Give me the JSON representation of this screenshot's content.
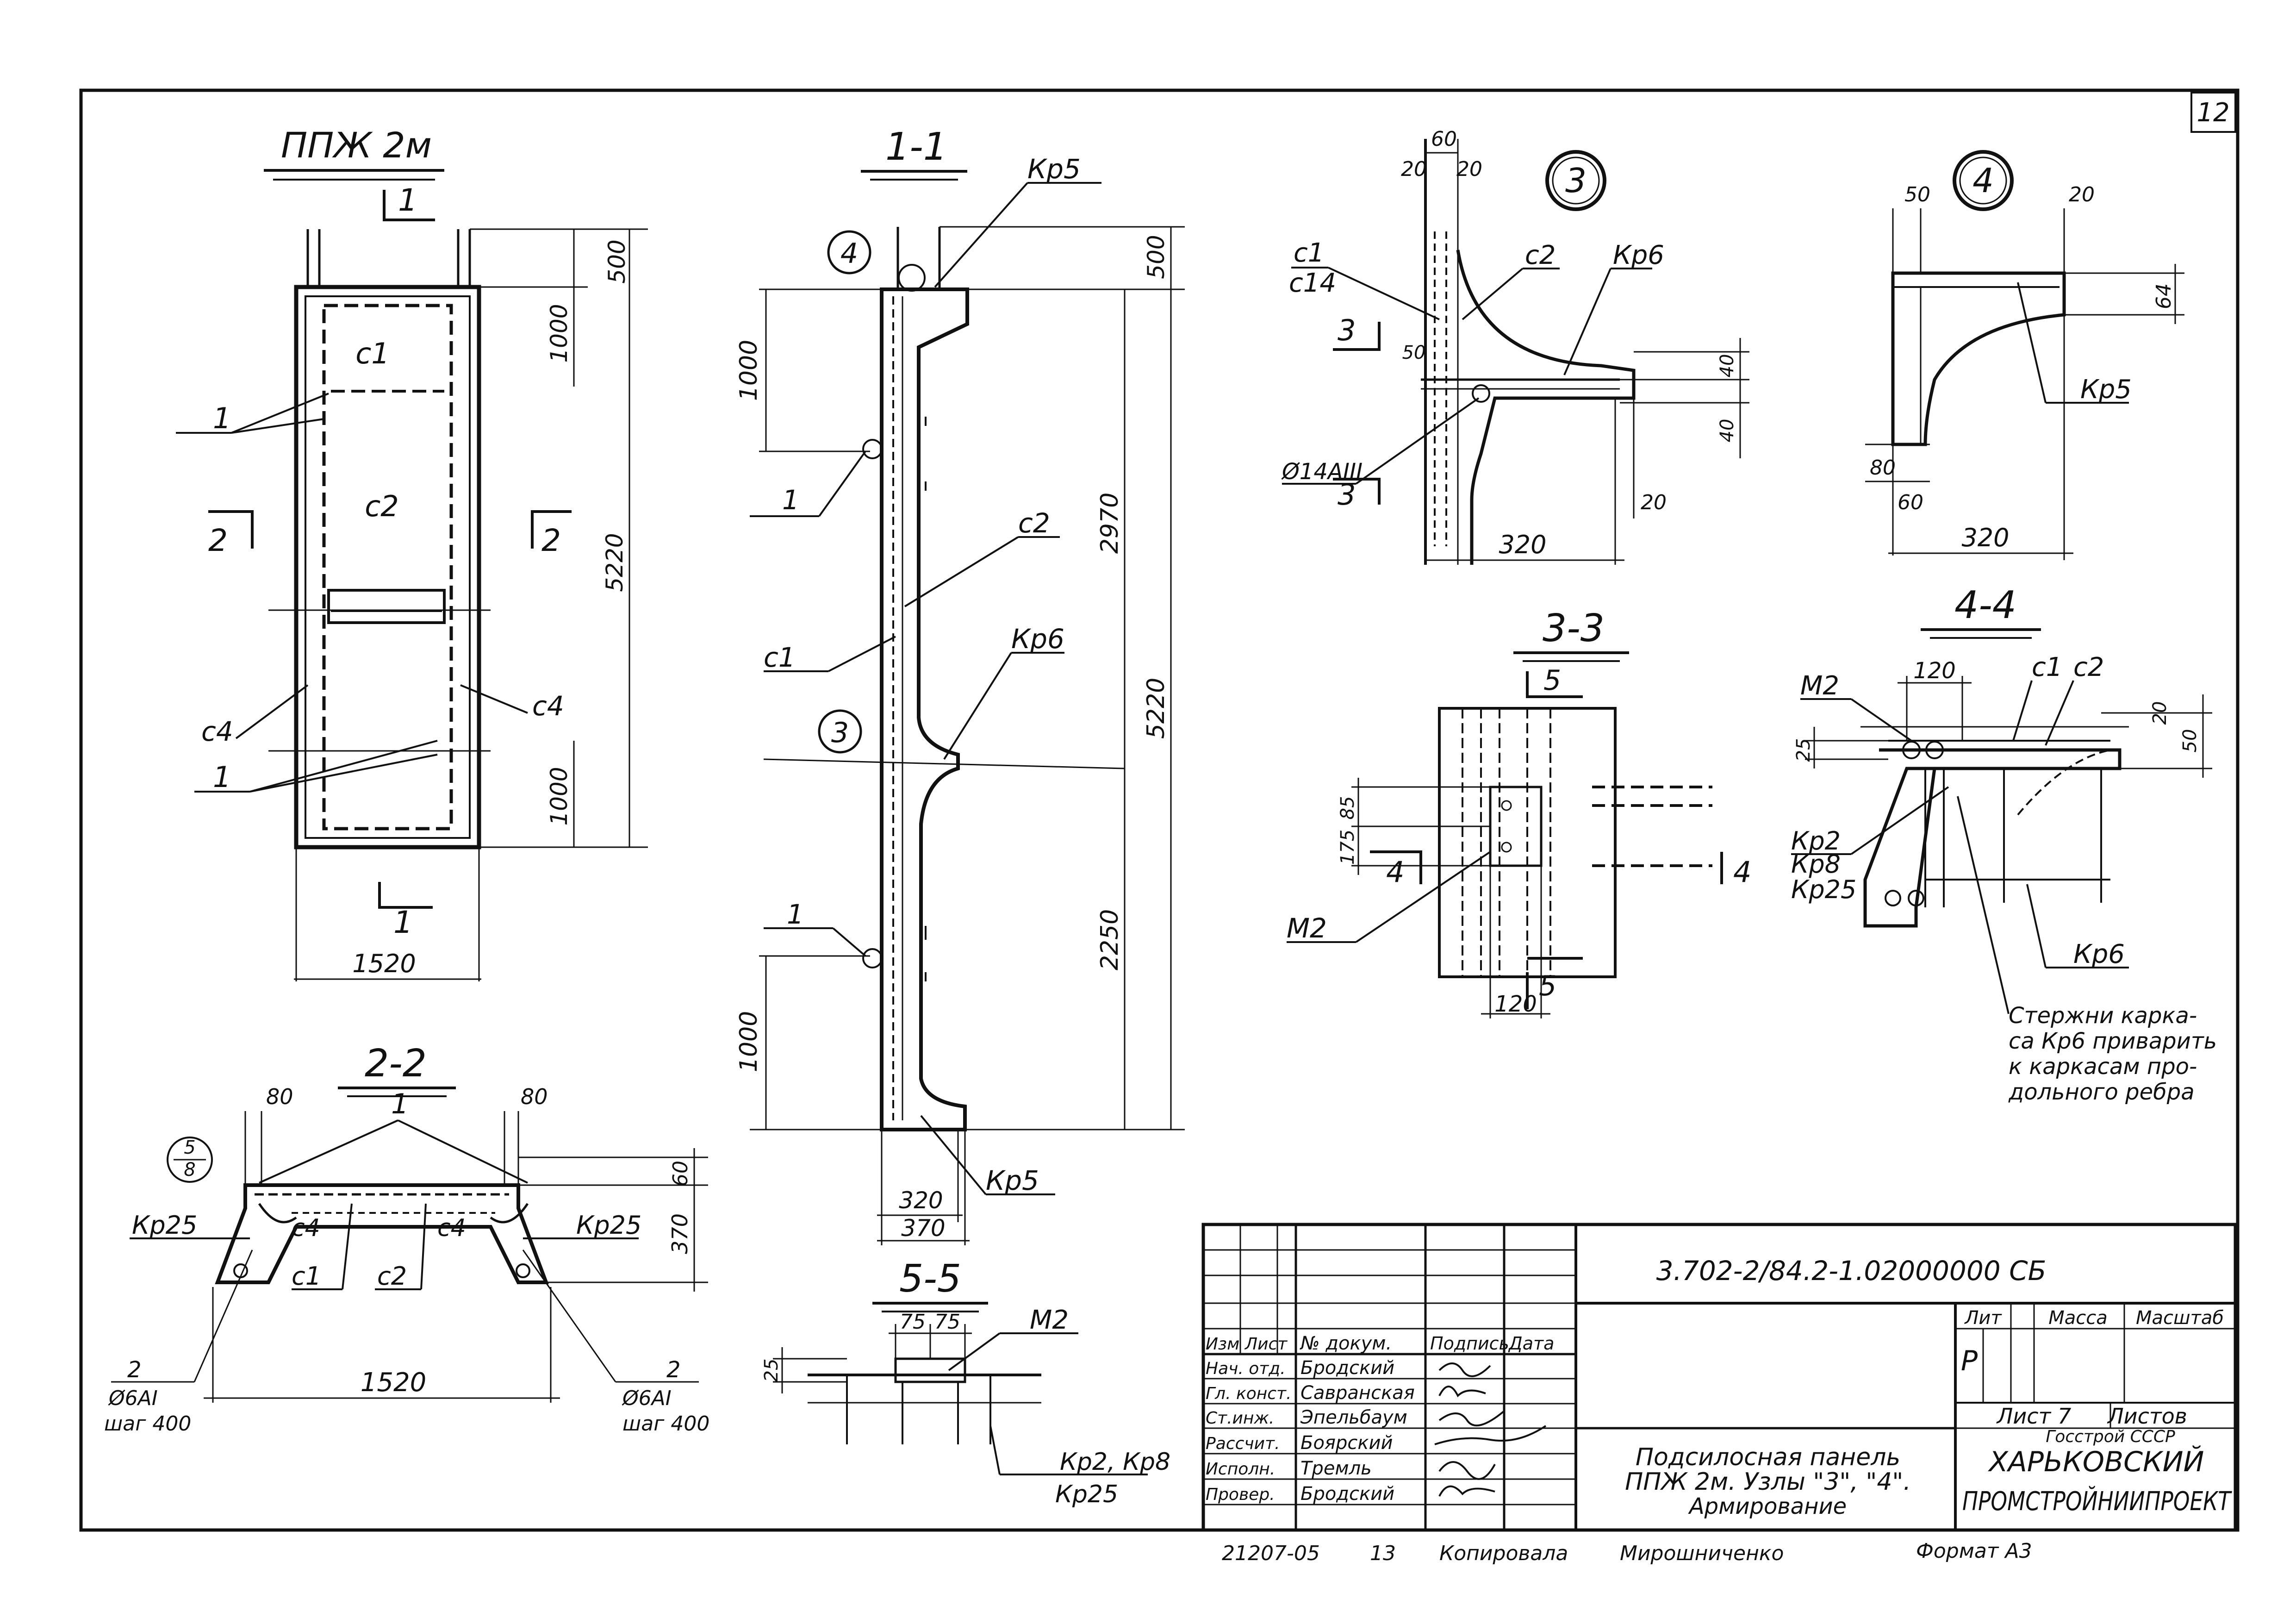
{
  "sheet_number": "12",
  "views": {
    "ppzh2m": {
      "title": "ППЖ 2м",
      "section_cut_1": "1",
      "labels": {
        "c1": "с1",
        "c2": "с2",
        "c4_left": "с4",
        "c4_right": "с4",
        "pos1_top": "1",
        "pos1_bottom": "1",
        "cut2_left": "2",
        "cut2_right": "2",
        "cut1_bottom": "1"
      },
      "dims": {
        "d500": "500",
        "d1000_top": "1000",
        "d5220": "5220",
        "d1000_bottom": "1000",
        "d1520": "1520"
      }
    },
    "section_1_1": {
      "title": "1-1",
      "labels": {
        "node4": "4",
        "node3": "3",
        "kr5_top": "Кр5",
        "kr6": "Кр6",
        "kr5_bottom": "Кр5",
        "c2": "с2",
        "c1": "с1",
        "pos1_top": "1",
        "pos1_bottom": "1"
      },
      "dims": {
        "d500": "500",
        "d1000_top": "1000",
        "d2970": "2970",
        "d5220": "5220",
        "d2250": "2250",
        "d1000_bottom": "1000",
        "d320": "320",
        "d370": "370"
      }
    },
    "section_2_2": {
      "title": "2-2",
      "labels": {
        "pos1": "1",
        "kr25_left": "Кр25",
        "kr25_right": "Кр25",
        "c4_left": "с4",
        "c4_right": "с4",
        "c1": "с1",
        "c2": "с2",
        "ref_num": "5",
        "ref_den": "8",
        "rebar_left_num": "2",
        "rebar_left_spec": "Ø6АI",
        "rebar_left_step": "шаг 400",
        "rebar_right_num": "2",
        "rebar_right_spec": "Ø6АI",
        "rebar_right_step": "шаг 400"
      },
      "dims": {
        "d80_left": "80",
        "d80_right": "80",
        "d60": "60",
        "d370": "370",
        "d1520": "1520"
      }
    },
    "node_3": {
      "title": "3",
      "labels": {
        "c1": "с1",
        "c14": "с14",
        "c2": "с2",
        "kr6": "Кр6",
        "rebar": "Ø14АIII",
        "cut3_top": "3",
        "cut3_bottom": "3"
      },
      "dims": {
        "d60": "60",
        "d20_left": "20",
        "d20_right": "20",
        "d50": "50",
        "d40_top": "40",
        "d40_bottom": "40",
        "d20_bottom": "20",
        "d320": "320"
      }
    },
    "node_4": {
      "title": "4",
      "labels": {
        "kr5": "Кр5"
      },
      "dims": {
        "d50": "50",
        "d20": "20",
        "d64": "64",
        "d80": "80",
        "d60": "60",
        "d320": "320"
      }
    },
    "section_3_3": {
      "title": "3-3",
      "labels": {
        "cut5_top": "5",
        "cut5_bottom": "5",
        "cut4_left": "4",
        "cut4_right": "4",
        "m2": "М2"
      },
      "dims": {
        "d175": "175",
        "d85": "85",
        "d120": "120"
      }
    },
    "section_4_4": {
      "title": "4-4",
      "labels": {
        "m2": "М2",
        "c1": "с1",
        "c2": "с2",
        "kr2": "Кр2",
        "kr8": "Кр8",
        "kr25": "Кр25",
        "kr6": "Кр6"
      },
      "dims": {
        "d120": "120",
        "d20": "20",
        "d25": "25",
        "d50": "50"
      },
      "note": [
        "Стержни карка-",
        "са Кр6 приварить",
        "к каркасам про-",
        "дольного ребра"
      ]
    },
    "section_5_5": {
      "title": "5-5",
      "labels": {
        "m2": "М2",
        "kr2kr8": "Кр2, Кр8",
        "kr25": "Кр25"
      },
      "dims": {
        "d75_left": "75",
        "d75_right": "75",
        "d25": "25"
      }
    }
  },
  "title_block": {
    "code": "3.702-2/84.2-1.02000000 СБ",
    "headers": {
      "izm": "Изм",
      "list": "Лист",
      "ndokum": "№ докум.",
      "podpis": "Подпись",
      "data": "Дата"
    },
    "roles": [
      {
        "role": "Нач. отд.",
        "name": "Бродский"
      },
      {
        "role": "Гл. конст.",
        "name": "Савранская"
      },
      {
        "role": "Ст.инж.",
        "name": "Эпельбаум"
      },
      {
        "role": "Рассчит.",
        "name": "Боярский"
      },
      {
        "role": "Исполн.",
        "name": "Тремль"
      },
      {
        "role": "Провер.",
        "name": "Бродский"
      }
    ],
    "description": [
      "Подсилосная панель",
      "ППЖ 2м. Узлы \"3\", \"4\".",
      "Армирование"
    ],
    "lit_label": "Лит",
    "mass_label": "Масса",
    "scale_label": "Масштаб",
    "lit_value": "Р",
    "sheet_label": "Лист 7",
    "sheets_label": "Листов",
    "org_top": "Госстрой СССР",
    "org_1": "ХАРЬКОВСКИЙ",
    "org_2": "ПРОМСТРОЙНИИПРОЕКТ"
  },
  "footer": {
    "inv": "21207-05",
    "num": "13",
    "copied_label": "Копировала",
    "copied_by": "Мирошниченко",
    "format": "Формат А3"
  }
}
